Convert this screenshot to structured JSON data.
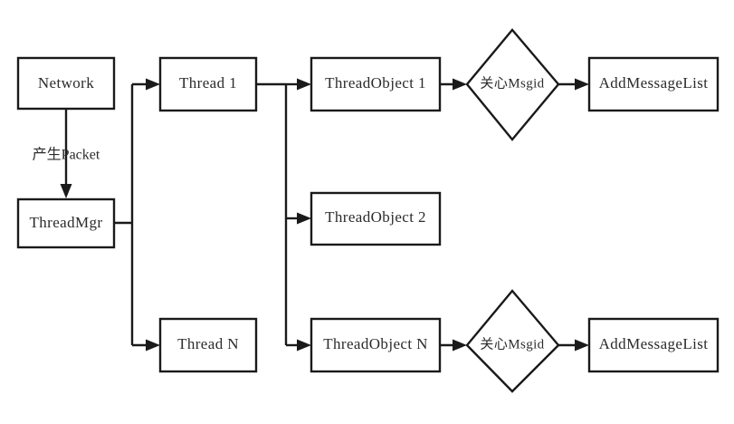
{
  "diagram": {
    "title": "Thread message dispatch flowchart",
    "background_color": "#ffffff",
    "stroke_color": "#1a1a1a",
    "text_color": "#2b2b2b",
    "nodes": {
      "network": {
        "label": "Network",
        "shape": "rectangle"
      },
      "thread_mgr": {
        "label": "ThreadMgr",
        "shape": "rectangle"
      },
      "thread_1": {
        "label": "Thread 1",
        "shape": "rectangle"
      },
      "thread_n": {
        "label": "Thread N",
        "shape": "rectangle"
      },
      "thread_object_1": {
        "label": "ThreadObject 1",
        "shape": "rectangle"
      },
      "thread_object_2": {
        "label": "ThreadObject 2",
        "shape": "rectangle"
      },
      "thread_object_n": {
        "label": "ThreadObject N",
        "shape": "rectangle"
      },
      "decision_top": {
        "label": "关心Msgid",
        "shape": "diamond"
      },
      "decision_bottom": {
        "label": "关心Msgid",
        "shape": "diamond"
      },
      "add_message_list_top": {
        "label": "AddMessageList",
        "shape": "rectangle"
      },
      "add_message_list_bottom": {
        "label": "AddMessageList",
        "shape": "rectangle"
      }
    },
    "edges": {
      "network_to_thread_mgr": {
        "label": "产生Packet"
      }
    }
  }
}
